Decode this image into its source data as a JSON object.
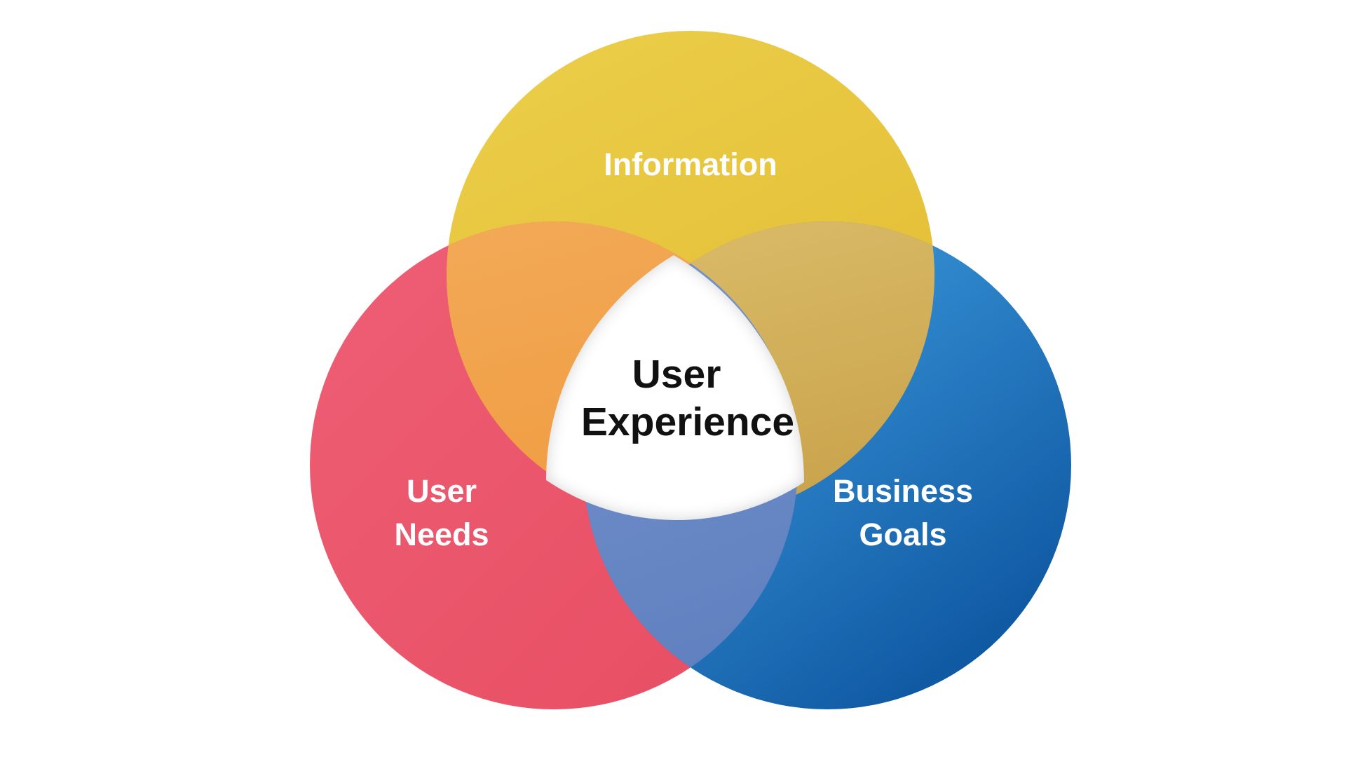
{
  "diagram": {
    "type": "venn",
    "circles": [
      {
        "id": "information",
        "label": "Information"
      },
      {
        "id": "user-needs",
        "label_line1": "User",
        "label_line2": "Needs"
      },
      {
        "id": "business-goals",
        "label_line1": "Business",
        "label_line2": "Goals"
      }
    ],
    "center": {
      "label_line1": "User",
      "label_line2": "Experience"
    },
    "overlaps": [
      {
        "regions": [
          "Information",
          "User Needs"
        ]
      },
      {
        "regions": [
          "Information",
          "Business Goals"
        ]
      },
      {
        "regions": [
          "User Needs",
          "Business Goals"
        ]
      },
      {
        "regions": [
          "Information",
          "User Needs",
          "Business Goals"
        ],
        "label": "User Experience"
      }
    ]
  },
  "colors": {
    "background": "#ffffff",
    "information_light": "#ebcd48",
    "information_dark": "#e2bb31",
    "user_needs_light": "#ee5f75",
    "user_needs_dark": "#e74d62",
    "business_goals_light": "#44a5e6",
    "business_goals_dark": "#0a519c",
    "overlap_info_needs_light": "#f2a855",
    "overlap_info_needs_dark": "#f09c40",
    "overlap_info_goals_light": "#d9ba67",
    "overlap_info_goals_dark": "#c9a24a",
    "overlap_needs_goals_light": "#7391cc",
    "overlap_needs_goals_dark": "#6080bf",
    "center_fill": "#ffffff",
    "center_shadow": "#5f646d",
    "circle_label_text": "#ffffff",
    "center_label_text": "#111111"
  }
}
